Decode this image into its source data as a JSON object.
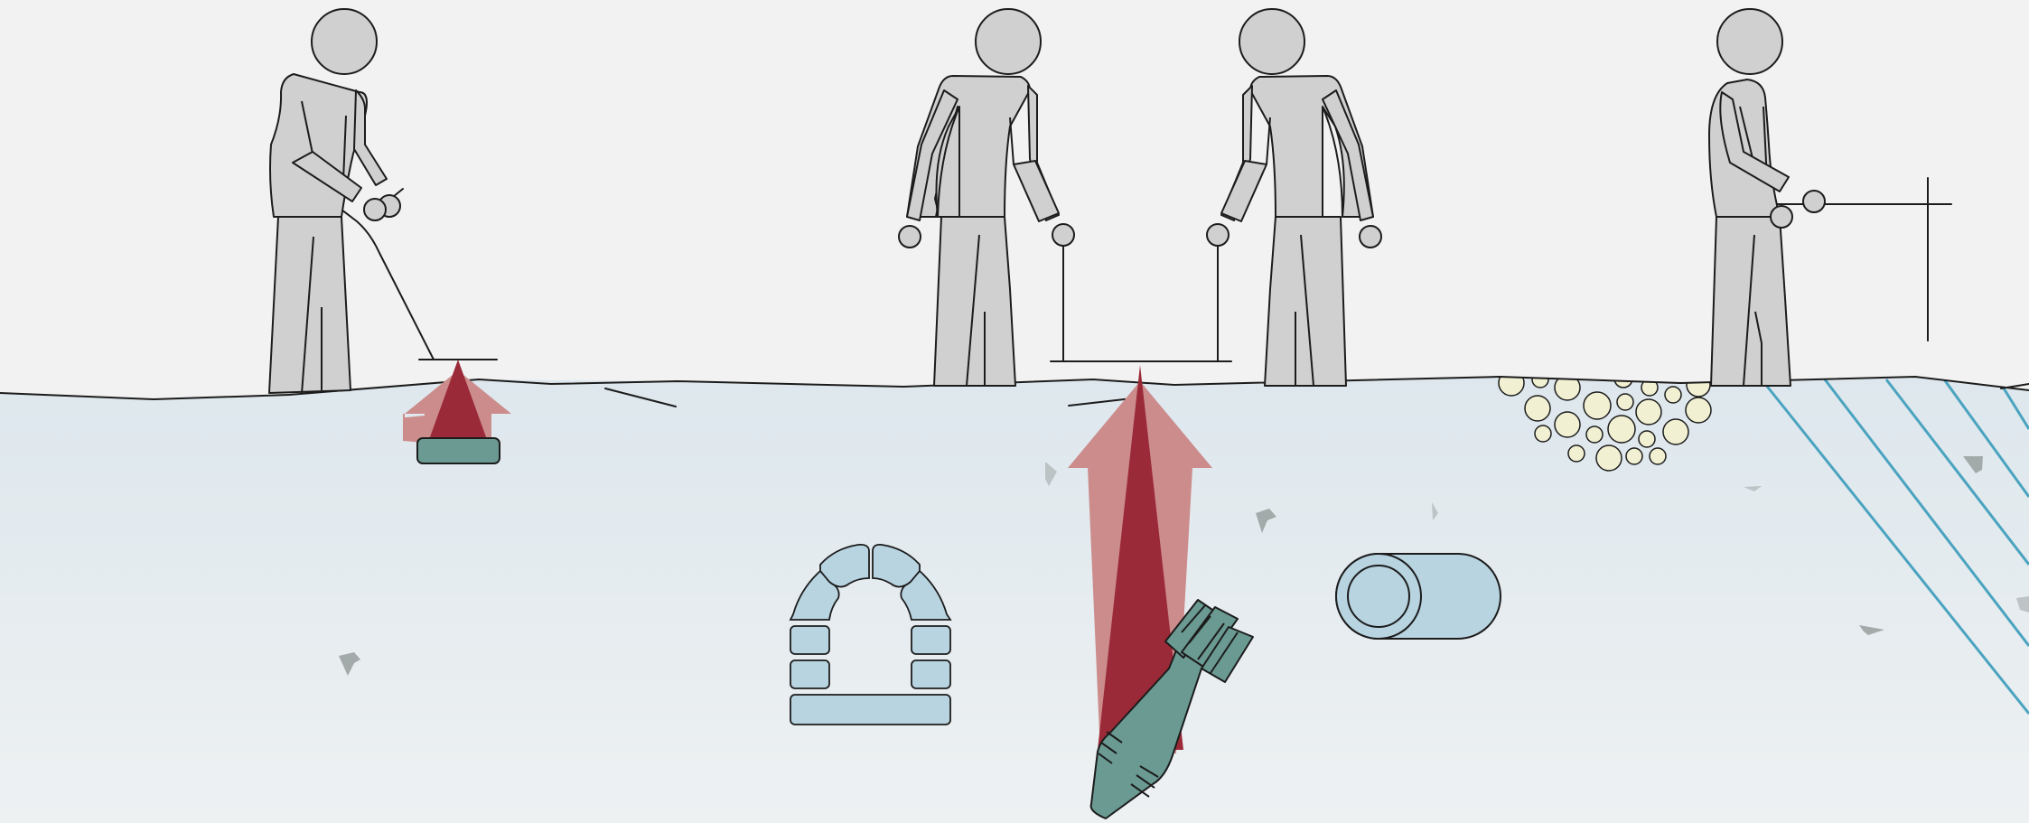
{
  "figure": {
    "description_visible_text": "",
    "colors": {
      "sky": "#f2f2f2",
      "ground_top": "#dde7ed",
      "ground_bottom": "#eef1f2",
      "person_fill": "#d0d0d0",
      "outline": "#1c1c1c",
      "signal_dark": "#9b2a38",
      "signal_light": "#cc8c8c",
      "target_teal": "#6a9a92",
      "buried_blue": "#b8d4e0",
      "gravel_fill": "#f1f0d2",
      "strata_lines": "#4aa3bf",
      "rock_fragments": "#a3aaaa"
    },
    "scenes": [
      {
        "id": "handheld-detector",
        "operators": 1,
        "target": "shallow-buried-object"
      },
      {
        "id": "two-person-frame-detector",
        "operators": 2,
        "targets": [
          "brick-arch-tunnel",
          "buried-shell"
        ]
      },
      {
        "id": "pipe-locator",
        "target": "buried-pipe"
      },
      {
        "id": "probe-operator",
        "operators": 1,
        "targets": [
          "gravel-pocket",
          "dipping-strata"
        ]
      }
    ]
  }
}
